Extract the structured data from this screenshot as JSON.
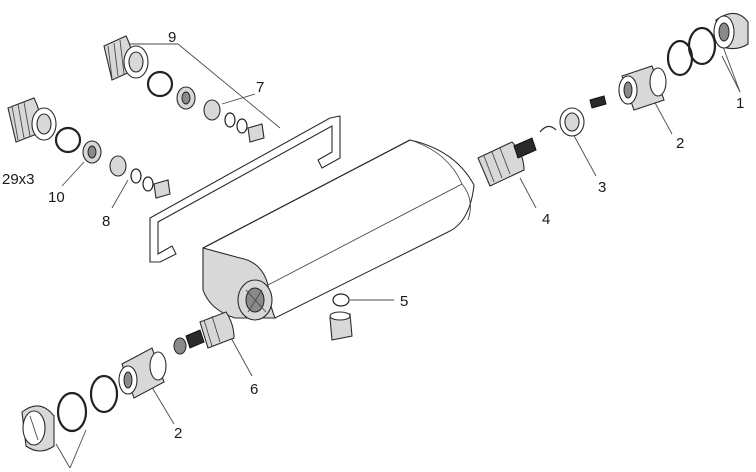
{
  "callouts": {
    "c1": "1",
    "c2_right": "2",
    "c2_bottom": "2",
    "c3": "3",
    "c4": "4",
    "c5": "5",
    "c6": "6",
    "c7": "7",
    "c8": "8",
    "c9": "9",
    "c10": "10",
    "c29x3": "29x3"
  }
}
